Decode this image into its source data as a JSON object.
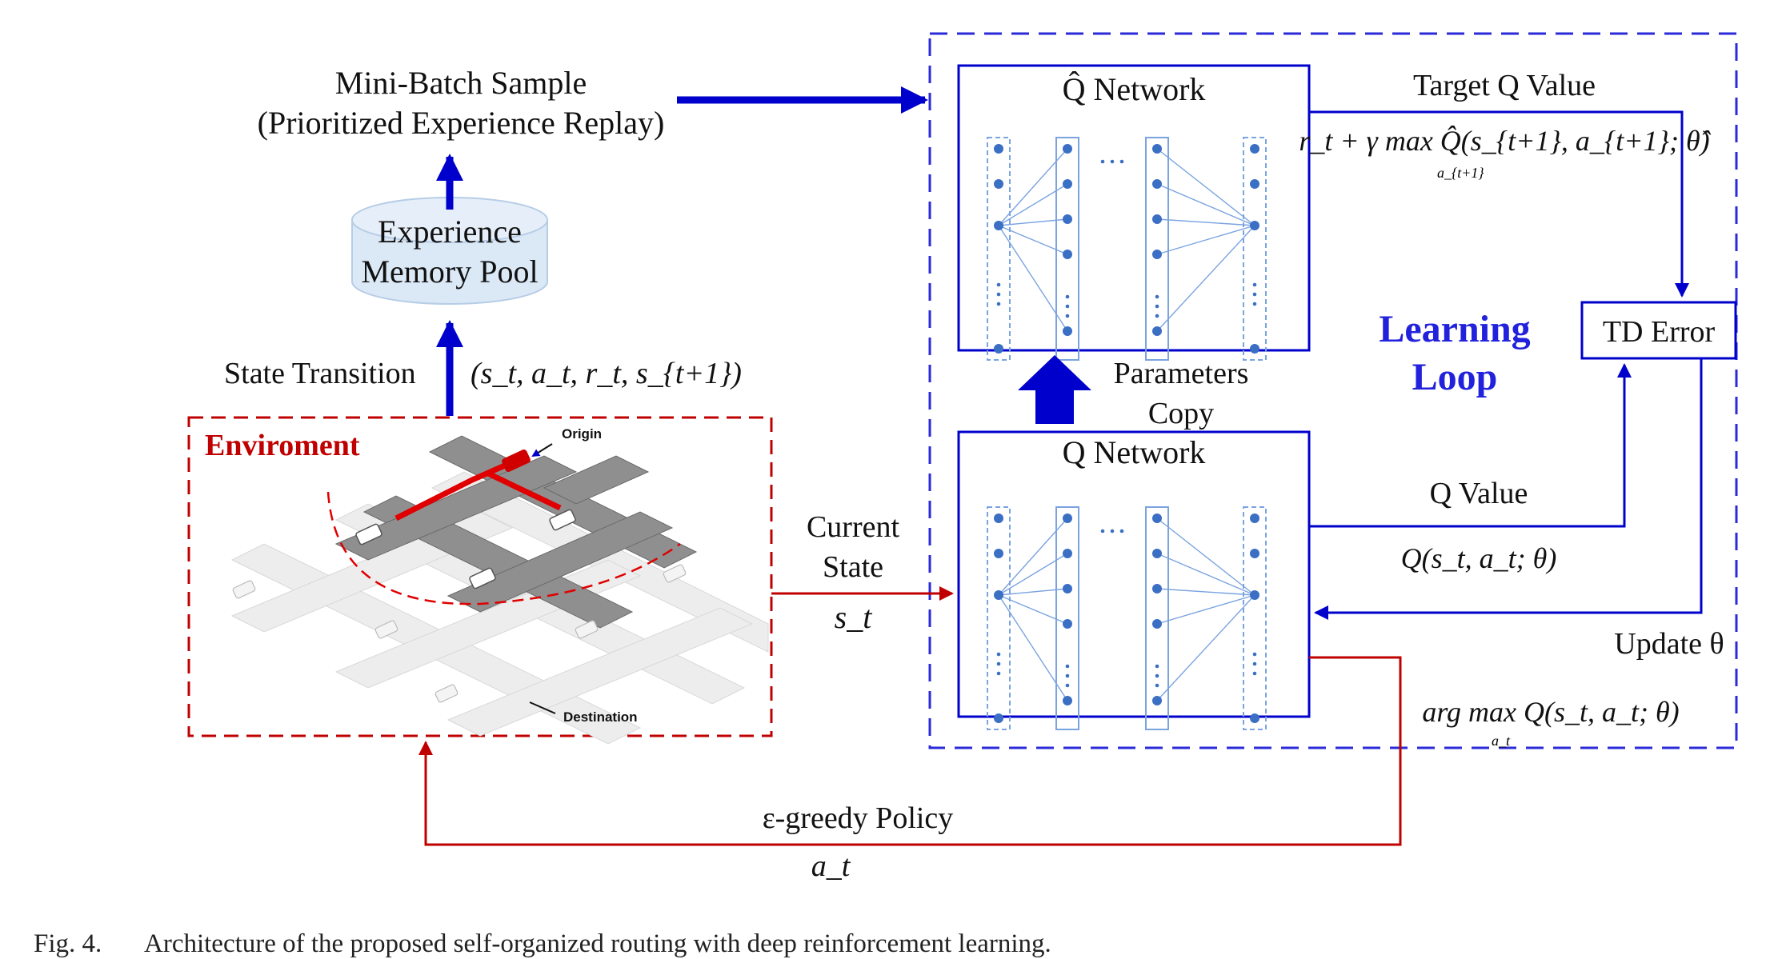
{
  "figure": {
    "caption_label": "Fig. 4.",
    "caption_text": "Architecture of the proposed self-organized routing with deep reinforcement learning."
  },
  "replay": {
    "line1": "Mini-Batch Sample",
    "line2": "(Prioritized Experience Replay)"
  },
  "memory": {
    "line1": "Experience",
    "line2": "Memory Pool"
  },
  "transition": {
    "label": "State Transition",
    "tuple": "(s_t, a_t, r_t, s_{t+1})"
  },
  "environment": {
    "title": "Enviroment",
    "origin": "Origin",
    "destination": "Destination"
  },
  "target_network": {
    "title": "Q̂ Network"
  },
  "q_network": {
    "title": "Q Network"
  },
  "params": {
    "line1": "Parameters",
    "line2": "Copy"
  },
  "target_q": {
    "label": "Target Q Value",
    "formula": "r_t + γ max Q̂(s_{t+1}, a_{t+1}; θ̂)",
    "under": "a_{t+1}"
  },
  "td": {
    "label": "TD Error"
  },
  "loop": {
    "line1": "Learning",
    "line2": "Loop"
  },
  "q_value": {
    "label": "Q Value",
    "formula": "Q(s_t, a_t; θ)"
  },
  "update": {
    "label": "Update θ"
  },
  "argmax": {
    "formula": "arg max Q(s_t, a_t; θ)",
    "under": "a_t"
  },
  "current_state": {
    "line1": "Current",
    "line2": "State",
    "symbol": "s_t"
  },
  "policy": {
    "label": "ε-greedy Policy",
    "symbol": "a_t"
  },
  "colors": {
    "blue": "#0000cc",
    "red": "#c00000",
    "network_node": "#3a6fc4",
    "network_line": "#7aa3e0",
    "memory_fill": "#dbe8f6"
  }
}
